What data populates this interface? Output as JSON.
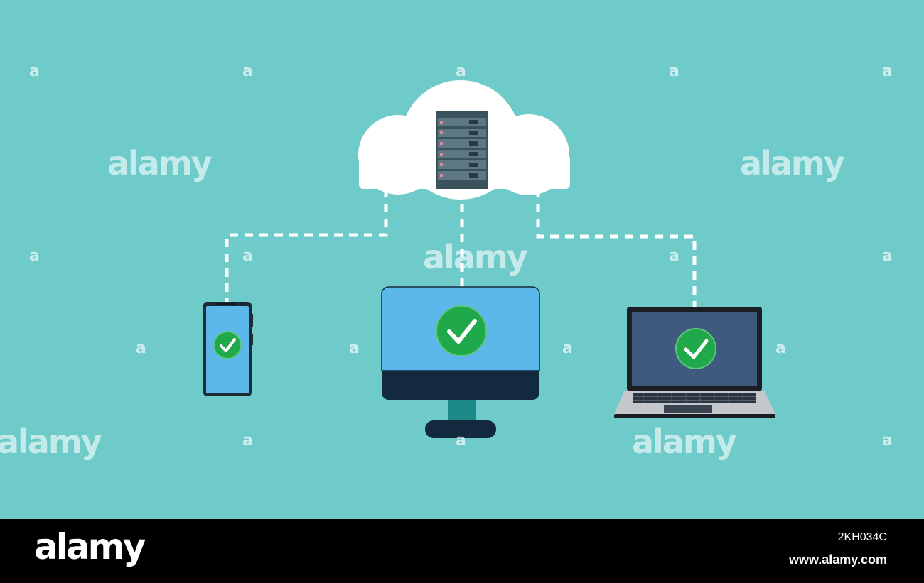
{
  "colors": {
    "background": "#6ecbca",
    "cloud": "#ffffff",
    "server": "#3a525b",
    "screen_light": "#5cb8ea",
    "screen_dark": "#3e5a7e",
    "monitor_base": "#13293d",
    "check": "#20a94a",
    "footer": "#000000"
  },
  "icons": [
    "cloud-icon",
    "server-rack-icon",
    "smartphone-icon",
    "desktop-monitor-icon",
    "laptop-icon",
    "check-icon"
  ],
  "watermark": {
    "word": "alamy",
    "letter": "a"
  },
  "footer": {
    "logo": "alamy",
    "image_id": "2KH034C",
    "url": "www.alamy.com"
  }
}
